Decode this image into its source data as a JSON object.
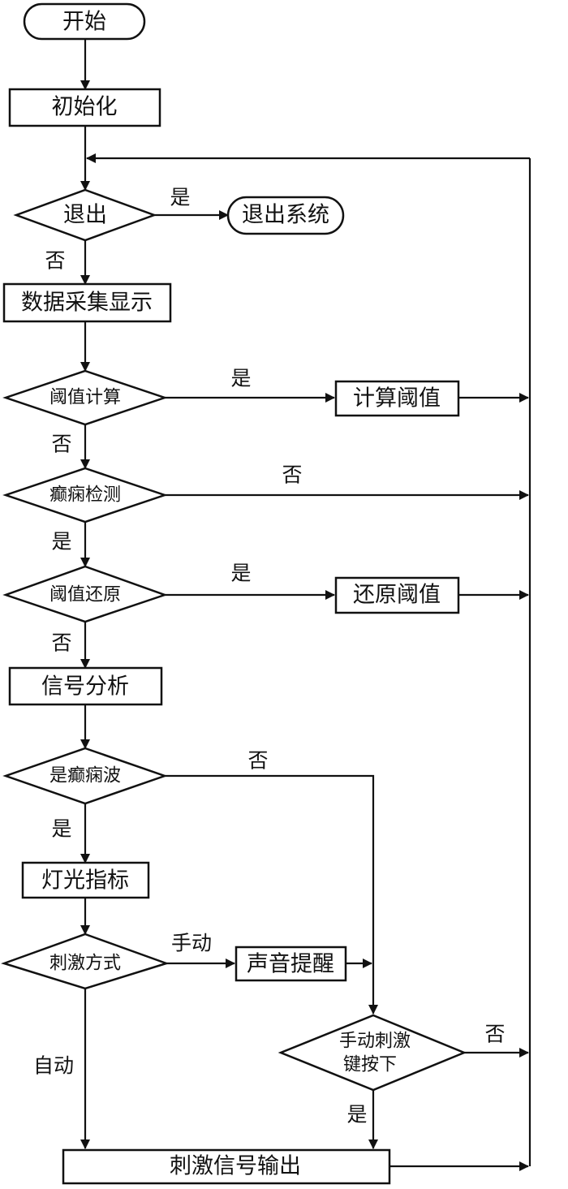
{
  "nodes": {
    "start": "开始",
    "init": "初始化",
    "exit_check": "退出",
    "exit_system": "退出系统",
    "acquire_display": "数据采集显示",
    "threshold_calc_check": "阈值计算",
    "calc_threshold": "计算阈值",
    "epilepsy_detect_check": "癫痫检测",
    "threshold_restore_check": "阈值还原",
    "restore_threshold": "还原阈值",
    "signal_analysis": "信号分析",
    "is_epileptic_wave_check": "是癫痫波",
    "light_indicator": "灯光指标",
    "stim_mode_check": "刺激方式",
    "sound_alert": "声音提醒",
    "manual_stim_check_line1": "手动刺激",
    "manual_stim_check_line2": "键按下",
    "stim_output": "刺激信号输出"
  },
  "edge_labels": {
    "exit_yes": "是",
    "exit_no": "否",
    "calc_yes": "是",
    "calc_no": "否",
    "detect_no": "否",
    "detect_yes": "是",
    "restore_yes": "是",
    "restore_no": "否",
    "wave_no": "否",
    "wave_yes": "是",
    "mode_manual": "手动",
    "mode_auto": "自动",
    "key_no": "否",
    "key_yes": "是"
  },
  "colors": {
    "stroke": "#111111",
    "fill": "#ffffff",
    "text": "#111111"
  }
}
